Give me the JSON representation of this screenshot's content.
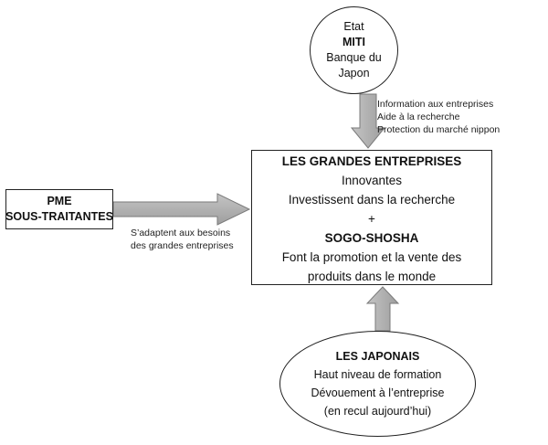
{
  "etat": {
    "line1": "Etat",
    "line2": "MITI",
    "line3": "Banque du",
    "line4": "Japon"
  },
  "etat_actions": [
    "Information aux entreprises",
    "Aide à la recherche",
    "Protection du marché nippon"
  ],
  "main": {
    "title": "LES GRANDES ENTREPRISES",
    "line1": "Innovantes",
    "line2": "Investissent dans la recherche",
    "plus": "+",
    "sogo": "SOGO-SHOSHA",
    "line3": "Font la promotion et la vente des",
    "line4": "produits dans le monde"
  },
  "pme": {
    "line1": "PME",
    "line2": "SOUS-TRAITANTES"
  },
  "pme_note": [
    "S’adaptent aux besoins",
    "des grandes entreprises"
  ],
  "japonais": {
    "title": "LES JAPONAIS",
    "line1": "Haut niveau de formation",
    "line2": "Dévouement à l’entreprise",
    "line3": "(en recul aujourd’hui)"
  },
  "colors": {
    "arrow_fill": "#b3b3b3",
    "arrow_stroke": "#7a7a7a",
    "border": "#222222"
  }
}
